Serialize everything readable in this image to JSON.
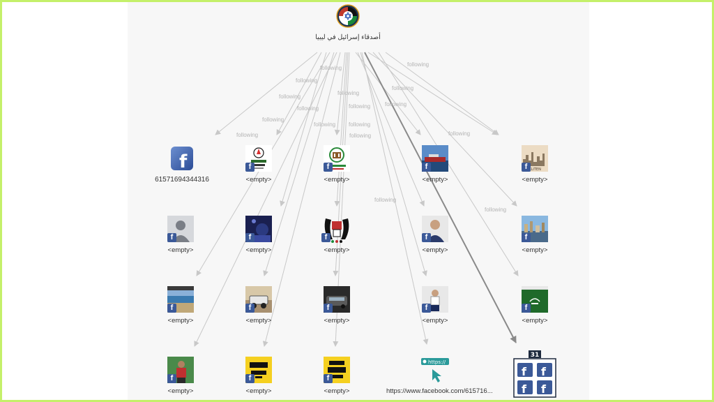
{
  "graph": {
    "root": {
      "label": "أصدقاء إسرائيل في ليبيا",
      "icon": "flags-logo-icon",
      "network": "facebook"
    },
    "edge_label": "following",
    "nodes": [
      {
        "label": "61571694344316",
        "icon": "facebook-logo-icon"
      },
      {
        "label": "<empty>",
        "icon": "movement-logo-icon"
      },
      {
        "label": "<empty>",
        "icon": "emblem-logo-icon"
      },
      {
        "label": "<empty>",
        "icon": "ship-photo-icon"
      },
      {
        "label": "<empty>",
        "icon": "city-sketch-icon"
      },
      {
        "label": "<empty>",
        "icon": "default-avatar-icon"
      },
      {
        "label": "<empty>",
        "icon": "night-selfie-photo-icon"
      },
      {
        "label": "<empty>",
        "icon": "hands-poster-icon"
      },
      {
        "label": "<empty>",
        "icon": "man-portrait-photo-icon"
      },
      {
        "label": "<empty>",
        "icon": "city-skyline-photo-icon"
      },
      {
        "label": "<empty>",
        "icon": "coast-photo-icon"
      },
      {
        "label": "<empty>",
        "icon": "vehicle-photo-icon"
      },
      {
        "label": "<empty>",
        "icon": "car-photo-icon"
      },
      {
        "label": "<empty>",
        "icon": "seated-man-photo-icon"
      },
      {
        "label": "<empty>",
        "icon": "green-banner-icon"
      },
      {
        "label": "<empty>",
        "icon": "man-outdoor-photo-icon"
      },
      {
        "label": "<empty>",
        "icon": "sawt-benghazi-logo-icon"
      },
      {
        "label": "<empty>",
        "icon": "breaking-benghazi-logo-icon"
      },
      {
        "label": "https://www.facebook.com/615716...",
        "icon": "url-cursor-icon"
      },
      {
        "label": "",
        "icon": "facebook-group-icon",
        "count": "31"
      }
    ]
  },
  "colors": {
    "frame": "#c4f06a",
    "edge": "#c8c8c8",
    "edge_strong": "#8a8a8a",
    "facebook": "#3b5998"
  }
}
